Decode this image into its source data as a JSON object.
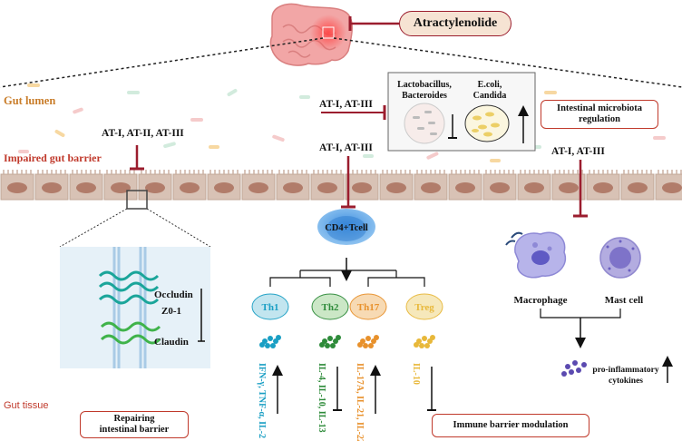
{
  "compound": "Atractylenolide",
  "labels": {
    "gut_lumen": "Gut lumen",
    "impaired_barrier": "Impaired gut barrier",
    "gut_tissue": "Gut tissue",
    "at_left": "AT-I, AT-II, AT-III",
    "at_microbiota": "AT-I, AT-III",
    "at_tcell": "AT-I, AT-III",
    "at_right": "AT-I, AT-III",
    "microbe_good_1": "Lactobacillus,",
    "microbe_good_2": "Bacteroides",
    "microbe_bad_1": "E.coli,",
    "microbe_bad_2": "Candida",
    "microbiota_box_1": "Intestinal microbiota",
    "microbiota_box_2": "regulation",
    "tcell": "CD4+Tcell",
    "occludin": "Occludin",
    "zo1": "Z0-1",
    "claudin": "Claudin",
    "macrophage": "Macrophage",
    "mast_cell": "Mast cell",
    "cytokines_1": "pro-inflammatory",
    "cytokines_2": "cytokines",
    "repair_box_1": "Repairing",
    "repair_box_2": "intestinal barrier",
    "immune_box": "Immune barrier modulation"
  },
  "subsets": [
    {
      "name": "Th1",
      "cytokines": "IFN-γ, TNF-α, IL-2",
      "color": "#1a9fc4",
      "cell": "#bfe4ef"
    },
    {
      "name": "Th2",
      "cytokines": "IL-4, IL-10, IL-13",
      "color": "#2e8b3a",
      "cell": "#c9e6c4"
    },
    {
      "name": "Th17",
      "cytokines": "IL-17A, IL-21, IL-22",
      "color": "#e8912c",
      "cell": "#f7d9b0"
    },
    {
      "name": "Treg",
      "cytokines": "IL-10",
      "color": "#e8b83a",
      "cell": "#f6e7b8"
    }
  ],
  "colors": {
    "inhibit": "#9b1d2e",
    "box_border": "#c0392b",
    "barrier": "#d8c2b5",
    "nucleus": "#a86a58",
    "lumen_text": "#c97d2a",
    "tissue_text": "#c0392b"
  }
}
